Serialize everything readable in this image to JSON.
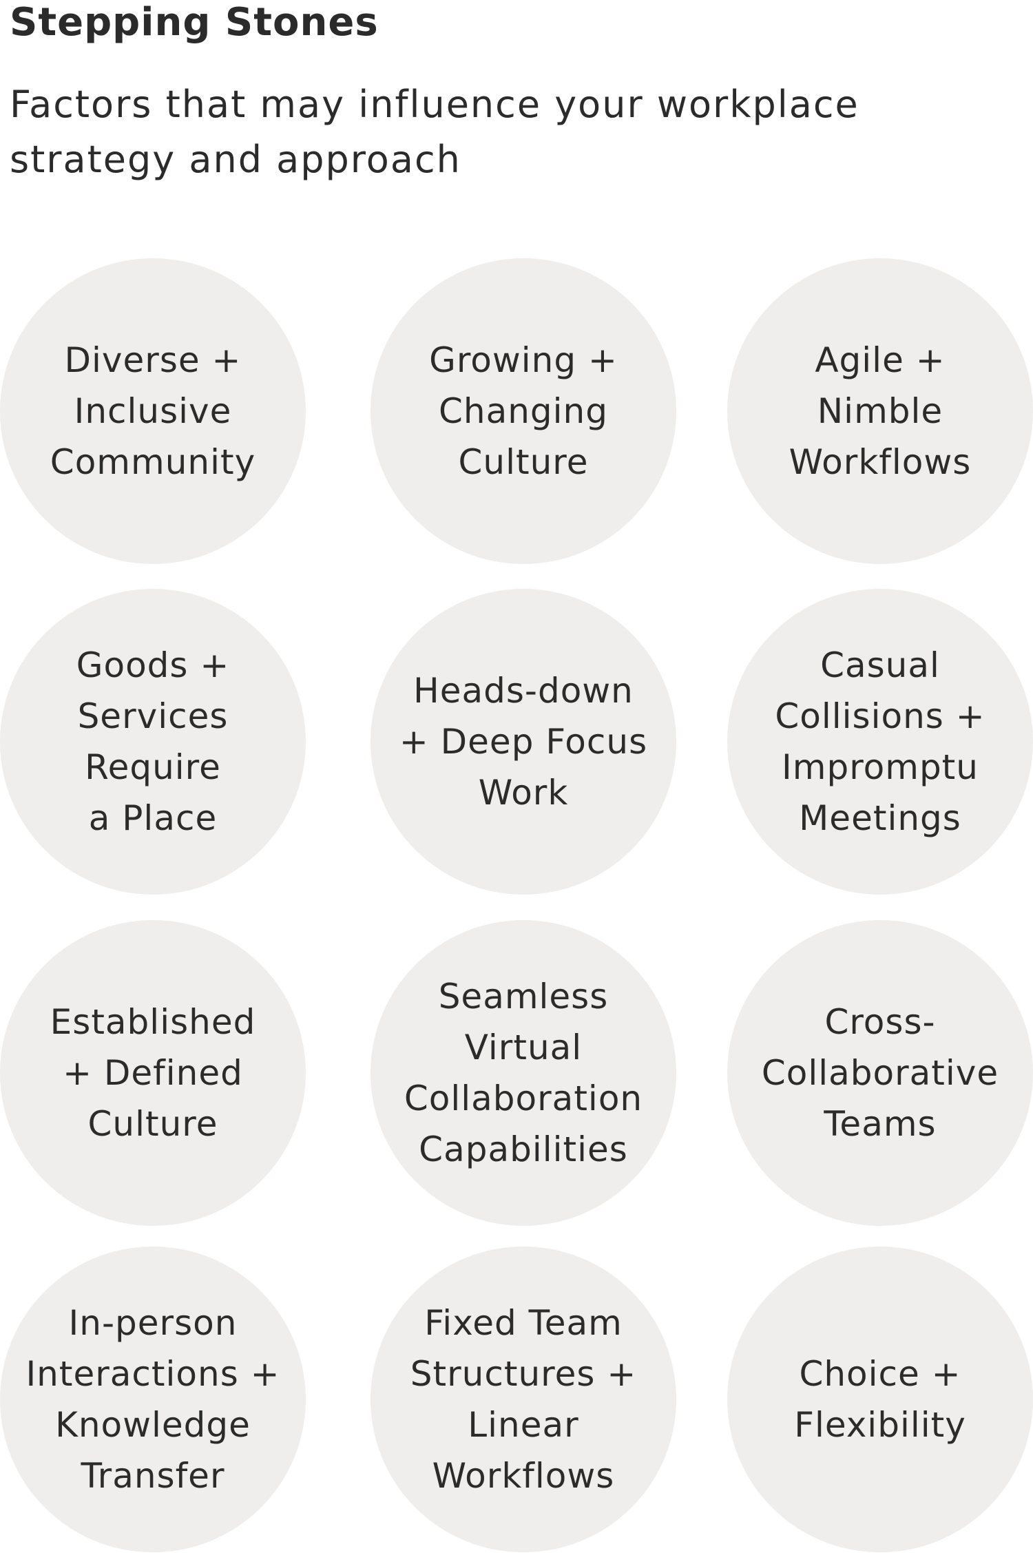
{
  "header": {
    "title": "Stepping Stones",
    "subtitle": "Factors that may influence your workplace strategy and approach"
  },
  "stones": [
    {
      "label": "Diverse +\nInclusive\nCommunity"
    },
    {
      "label": "Growing +\nChanging\nCulture"
    },
    {
      "label": "Agile +\nNimble\nWorkflows"
    },
    {
      "label": "Goods +\nServices\nRequire\na Place"
    },
    {
      "label": "Heads-down\n+ Deep Focus\nWork"
    },
    {
      "label": "Casual\nCollisions +\nImpromptu\nMeetings"
    },
    {
      "label": "Established\n+ Defined\nCulture"
    },
    {
      "label": "Seamless\nVirtual\nCollaboration\nCapabilities"
    },
    {
      "label": "Cross-\nCollaborative\nTeams"
    },
    {
      "label": "In-person\nInteractions +\nKnowledge\nTransfer"
    },
    {
      "label": "Fixed Team\nStructures +\nLinear\nWorkflows"
    },
    {
      "label": "Choice +\nFlexibility"
    }
  ],
  "colors": {
    "stone_fill": "#efeeed",
    "text": "#2b2b2b",
    "background": "#ffffff"
  }
}
